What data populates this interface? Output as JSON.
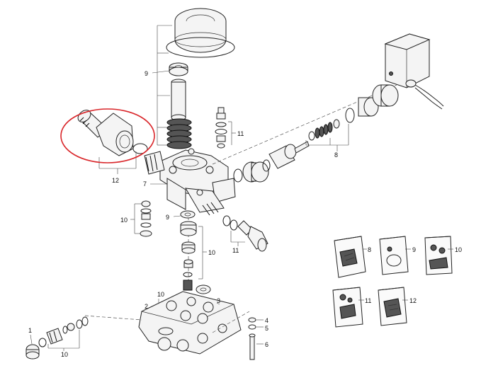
{
  "callouts": {
    "c1": "1",
    "c2": "2",
    "c3": "3",
    "c4": "4",
    "c5": "5",
    "c6": "6",
    "c7": "7",
    "c8_shaft": "8",
    "c9_top": "9",
    "c9_mid": "9",
    "c10_left": "10",
    "c10_mid": "10",
    "c10_low": "10",
    "c10_bottom": "10",
    "c11_top": "11",
    "c11_mid": "11",
    "c12_inlet": "12"
  },
  "kits": [
    {
      "label": "8"
    },
    {
      "label": "9"
    },
    {
      "label": "10"
    },
    {
      "label": "11"
    },
    {
      "label": "12"
    }
  ],
  "highlight": {
    "color": "#d9262a"
  }
}
